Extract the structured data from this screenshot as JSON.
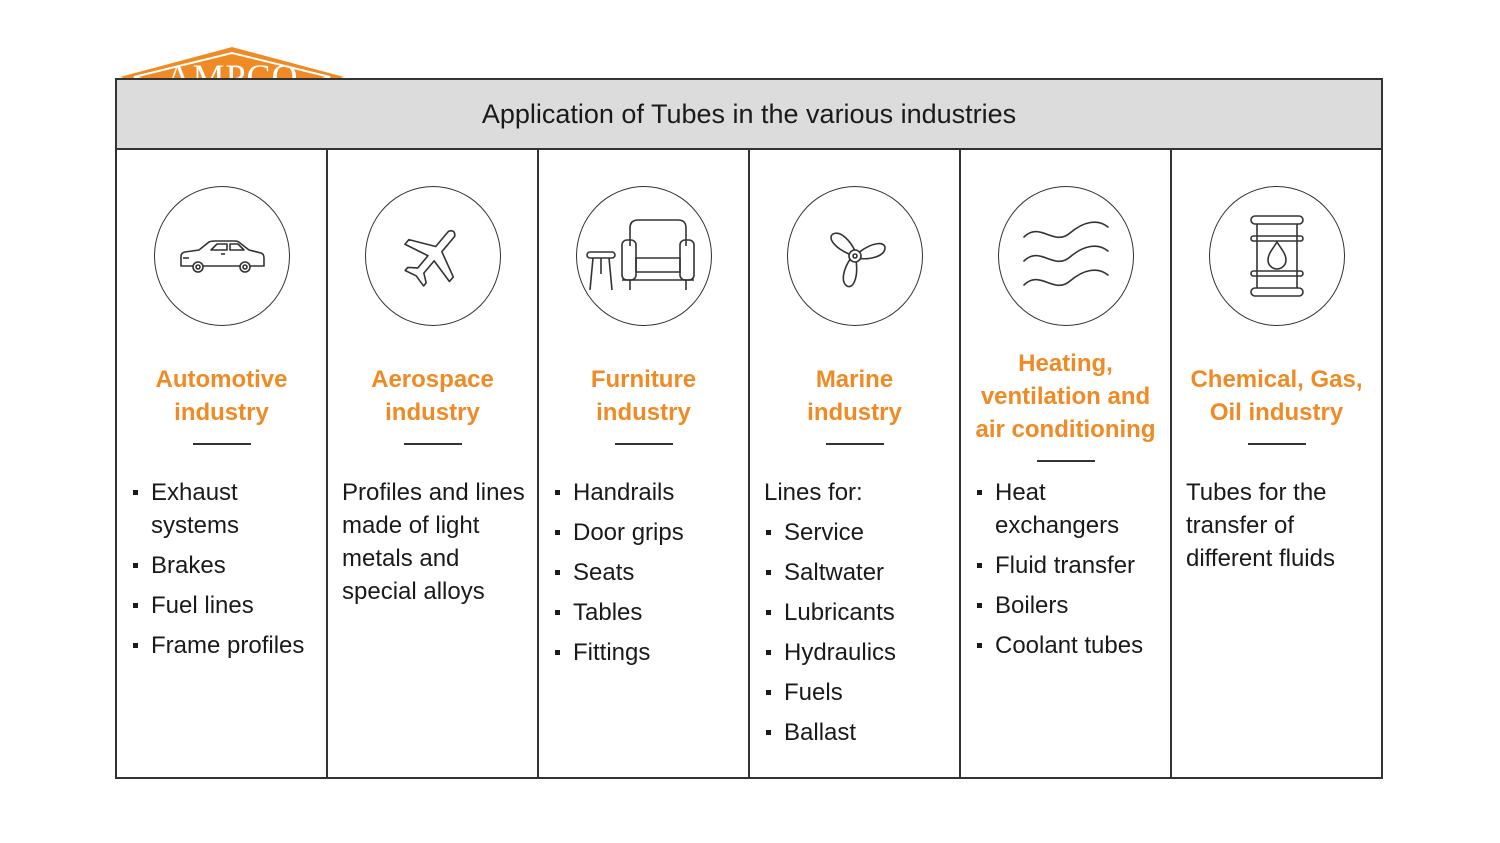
{
  "logo": {
    "text": "AMPCO",
    "reg_mark": "®",
    "color": "#f08a24"
  },
  "header": {
    "title": "Application of Tubes in the various industries"
  },
  "accent_color": "#f08a24",
  "columns": [
    {
      "icon": "car-icon",
      "title_lines": [
        "Automotive",
        "industry"
      ],
      "items": [
        "Exhaust systems",
        "Brakes",
        "Fuel lines",
        "Frame profiles"
      ]
    },
    {
      "icon": "airplane-icon",
      "title_lines": [
        "Aerospace",
        "industry"
      ],
      "text": "Profiles and lines made of light metals and special alloys"
    },
    {
      "icon": "furniture-icon",
      "title_lines": [
        "Furniture",
        "industry"
      ],
      "items": [
        "Handrails",
        "Door grips",
        "Seats",
        "Tables",
        "Fittings"
      ]
    },
    {
      "icon": "propeller-icon",
      "title_lines": [
        "Marine",
        "industry"
      ],
      "lead": "Lines for:",
      "items": [
        "Service",
        "Saltwater",
        "Lubricants",
        "Hydraulics",
        "Fuels",
        "Ballast"
      ]
    },
    {
      "icon": "waves-icon",
      "title_lines": [
        "Heating,",
        "ventilation and",
        "air conditioning"
      ],
      "items": [
        "Heat exchangers",
        "Fluid transfer",
        "Boilers",
        "Coolant tubes"
      ]
    },
    {
      "icon": "oil-barrel-icon",
      "title_lines": [
        "Chemical, Gas,",
        "Oil industry"
      ],
      "text": "Tubes for the transfer of different fluids"
    }
  ]
}
